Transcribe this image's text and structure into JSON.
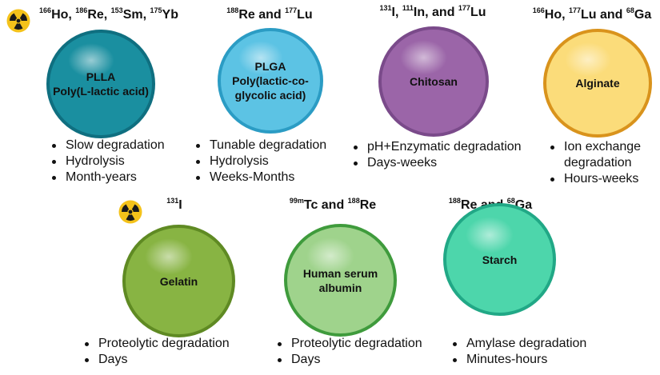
{
  "items": [
    {
      "id": "plla",
      "isotopes": [
        [
          "166",
          "Ho"
        ],
        [
          "186",
          "Re"
        ],
        [
          "153",
          "Sm"
        ],
        [
          "175",
          "Yb"
        ]
      ],
      "isotope_joiners": [
        ", ",
        ", ",
        ", "
      ],
      "material": "PLLA\nPoly(L-lactic acid)",
      "properties": [
        "Slow degradation",
        "Hydrolysis",
        "Month-years"
      ],
      "color": "#1a8fa0",
      "border_color": "#0f6f80",
      "text_color": "#111111",
      "radiation_icon": true
    },
    {
      "id": "plga",
      "isotopes": [
        [
          "188",
          "Re"
        ],
        [
          "177",
          "Lu"
        ]
      ],
      "isotope_joiners": [
        " and "
      ],
      "material": "PLGA\nPoly(lactic-co-\nglycolic acid)",
      "properties": [
        "Tunable degradation",
        "Hydrolysis",
        "Weeks-Months"
      ],
      "color": "#5cc3e4",
      "border_color": "#2b9cc4",
      "text_color": "#111111",
      "radiation_icon": false
    },
    {
      "id": "chitosan",
      "isotopes": [
        [
          "131",
          "I"
        ],
        [
          "111",
          "In"
        ],
        [
          "177",
          "Lu"
        ]
      ],
      "isotope_joiners": [
        ", ",
        ", and "
      ],
      "material": "Chitosan",
      "properties": [
        "pH+Enzymatic degradation",
        "Days-weeks"
      ],
      "color": "#9b65a8",
      "border_color": "#7a4a8a",
      "text_color": "#111111",
      "radiation_icon": false
    },
    {
      "id": "alginate",
      "isotopes": [
        [
          "166",
          "Ho"
        ],
        [
          "177",
          "Lu"
        ],
        [
          "68",
          "Ga"
        ]
      ],
      "isotope_joiners": [
        ", ",
        " and "
      ],
      "material": "Alginate",
      "properties": [
        "Ion exchange\ndegradation",
        "Hours-weeks"
      ],
      "color": "#fbdc7a",
      "border_color": "#d9931c",
      "text_color": "#111111",
      "radiation_icon": false
    },
    {
      "id": "gelatin",
      "isotopes": [
        [
          "131",
          "I"
        ]
      ],
      "isotope_joiners": [],
      "material": "Gelatin",
      "properties": [
        "Proteolytic degradation",
        "Days"
      ],
      "color": "#88b443",
      "border_color": "#5f8a23",
      "text_color": "#111111",
      "radiation_icon": true
    },
    {
      "id": "hsa",
      "isotopes": [
        [
          "99m",
          "Tc"
        ],
        [
          "188",
          "Re"
        ]
      ],
      "isotope_joiners": [
        " and "
      ],
      "material": "Human serum\nalbumin",
      "properties": [
        "Proteolytic degradation",
        "Days"
      ],
      "color": "#9fd38c",
      "border_color": "#3f9b3c",
      "text_color": "#111111",
      "radiation_icon": false
    },
    {
      "id": "starch",
      "isotopes": [
        [
          "188",
          "Re"
        ],
        [
          "68",
          "Ga"
        ]
      ],
      "isotope_joiners": [
        " and "
      ],
      "material": "Starch",
      "properties": [
        "Amylase degradation",
        "Minutes-hours"
      ],
      "color": "#4dd6ab",
      "border_color": "#21a886",
      "text_color": "#111111",
      "radiation_icon": false
    }
  ],
  "radiation_icon": {
    "name": "radiation-hazard-icon",
    "fill": "#f4c21a",
    "symbol": "#1a1a1a"
  }
}
